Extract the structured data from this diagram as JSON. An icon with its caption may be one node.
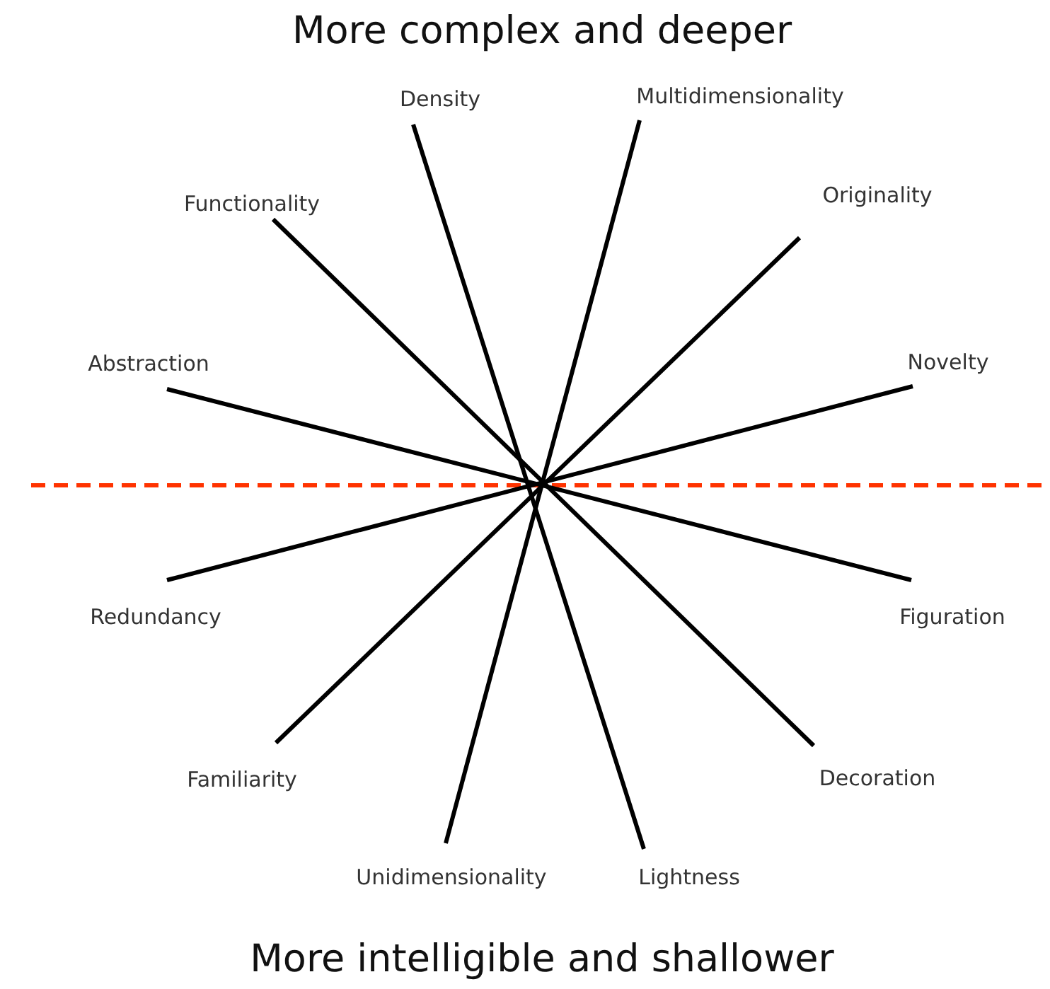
{
  "diagram": {
    "title": "More complex and deeper",
    "nodes": [
      {
        "text": [
          "Density"
        ]
      },
      {
        "text": [
          "Multidimensionality"
        ]
      },
      {
        "text": [
          "Functionality"
        ]
      },
      {
        "text": [
          "Originality"
        ]
      },
      {
        "text": [
          "Abstraction"
        ]
      },
      {
        "text": [
          "Novelty"
        ]
      },
      {
        "text": [
          "Redundancy"
        ]
      },
      {
        "text": [
          "Figuration"
        ]
      },
      {
        "text": [
          "Familiarity"
        ]
      },
      {
        "text": [
          "Decoration"
        ]
      },
      {
        "text": [
          "Unidimensionality"
        ]
      },
      {
        "text": [
          "Lightness"
        ]
      }
    ],
    "edges": [
      {
        "from": 0,
        "to": 11,
        "arrow": "none"
      },
      {
        "from": 1,
        "to": 10,
        "arrow": "none"
      },
      {
        "from": 3,
        "to": 8,
        "arrow": "none"
      },
      {
        "from": 5,
        "to": 6,
        "arrow": "none"
      },
      {
        "from": 7,
        "to": 4,
        "arrow": "none"
      },
      {
        "from": 9,
        "to": 2,
        "arrow": "none"
      }
    ],
    "labels": [
      "More intelligible and shallower"
    ]
  }
}
